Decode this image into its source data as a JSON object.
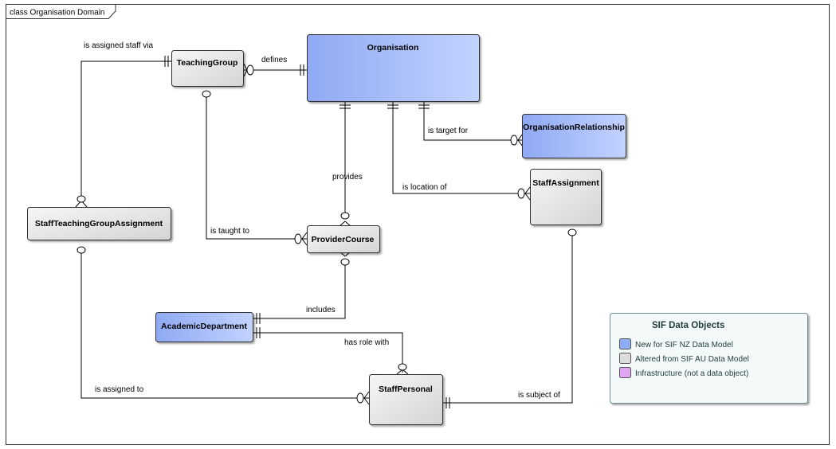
{
  "diagram": {
    "title": "class Organisation Domain"
  },
  "entities": {
    "organisation": "Organisation",
    "teaching_group": "TeachingGroup",
    "organisation_relationship": "OrganisationRelationship",
    "staff_assignment": "StaffAssignment",
    "staff_teaching_group_assignment": "StaffTeachingGroupAssignment",
    "provider_course": "ProviderCourse",
    "academic_department": "AcademicDepartment",
    "staff_personal": "StaffPersonal"
  },
  "relationships": {
    "is_assigned_staff_via": "is assigned staff via",
    "defines": "defines",
    "is_target_for": "is target for",
    "provides": "provides",
    "is_location_of": "is location of",
    "is_taught_to": "is taught to",
    "includes": "includes",
    "has_role_with": "has role with",
    "is_assigned_to": "is assigned to",
    "is_subject_of": "is subject of"
  },
  "legend": {
    "title": "SIF Data Objects",
    "items": [
      {
        "label": "New for SIF NZ Data Model",
        "color": "#8fadf4"
      },
      {
        "label": "Altered from SIF AU Data Model",
        "color": "#dcdcdc"
      },
      {
        "label": "Infrastructure (not a data object)",
        "color": "#e0a6f2"
      }
    ]
  },
  "colors": {
    "new_entity_light": "#c3d3ff",
    "new_entity_dark": "#8fa9f3",
    "altered_entity_light": "#f4f4f4",
    "altered_entity_dark": "#d6d6d6",
    "legend_background": "#f3faf9",
    "legend_border": "#6e8f8f"
  }
}
